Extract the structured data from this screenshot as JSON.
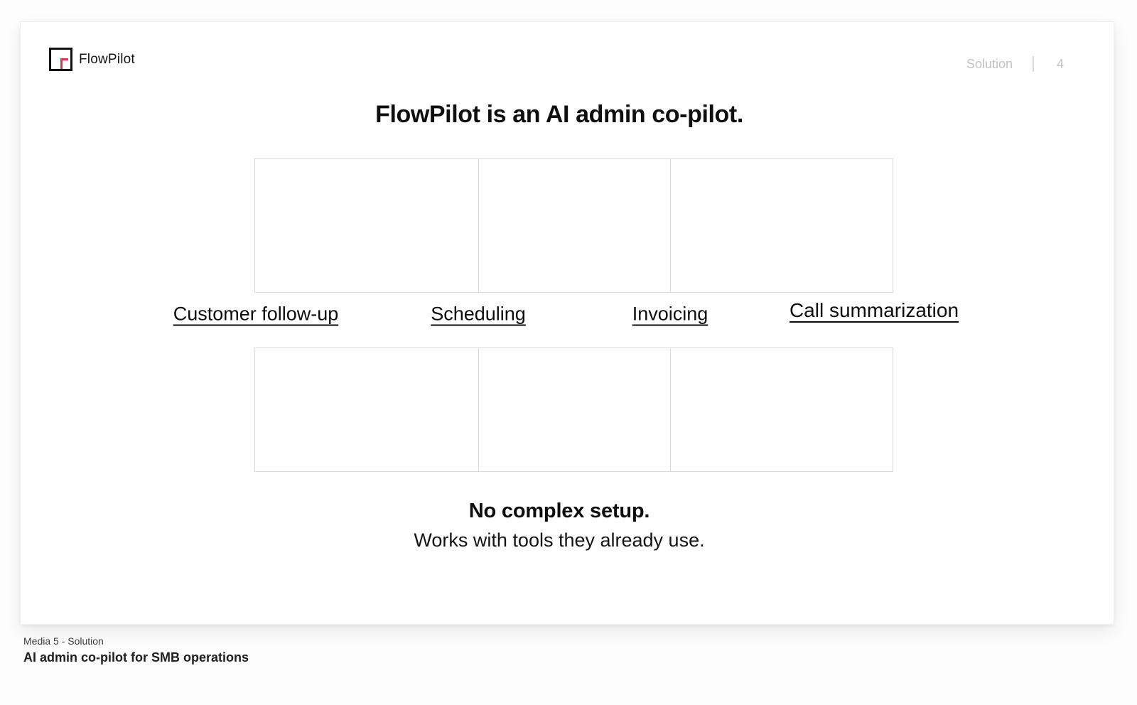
{
  "header": {
    "logo_text": "FlowPilot",
    "section_label": "Solution",
    "page_number": "4"
  },
  "slide": {
    "title": "FlowPilot is an AI admin co-pilot.",
    "features": [
      {
        "label": "Customer follow-up"
      },
      {
        "label": "Scheduling"
      },
      {
        "label": "Invoicing"
      },
      {
        "label": "Call summarization"
      }
    ],
    "footer_bold": "No complex setup.",
    "footer_regular": "Works with tools they already use."
  },
  "caption": {
    "kicker": "Media 5 - Solution",
    "title": "AI admin co-pilot for SMB operations"
  },
  "colors": {
    "accent_red": "#e8304a",
    "grid_border": "#dadada",
    "muted_text": "#c2c2c6"
  }
}
